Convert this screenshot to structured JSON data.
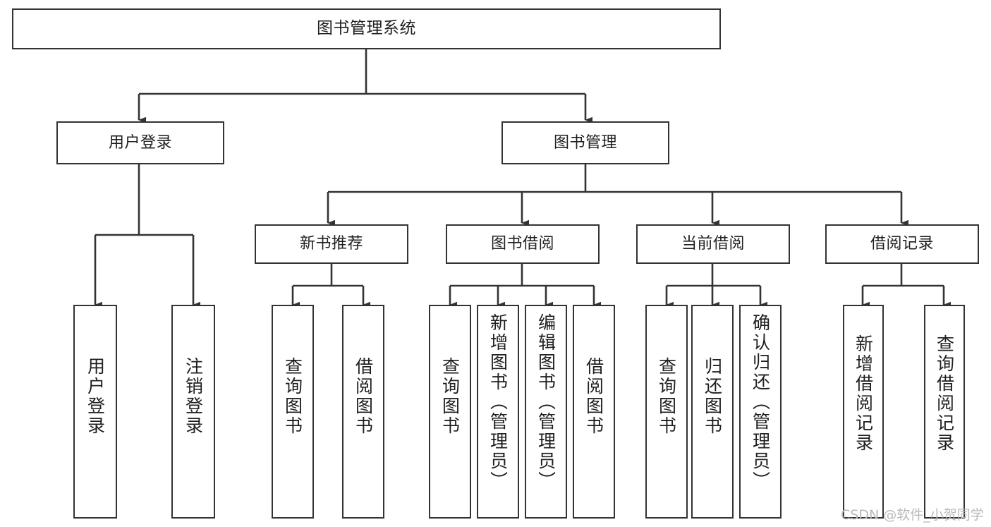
{
  "diagram": {
    "type": "hierarchy-tree",
    "title": "图书管理系统",
    "levels": 4,
    "root": {
      "label": "图书管理系统"
    },
    "level2": [
      {
        "label": "用户登录"
      },
      {
        "label": "图书管理"
      }
    ],
    "level3": [
      {
        "label": "新书推荐"
      },
      {
        "label": "图书借阅"
      },
      {
        "label": "当前借阅"
      },
      {
        "label": "借阅记录"
      }
    ],
    "leaves": {
      "user_login": [
        {
          "label": "用户登录"
        },
        {
          "label": "注销登录"
        }
      ],
      "new_book_recommend": [
        {
          "label": "查询图书"
        },
        {
          "label": "借阅图书"
        }
      ],
      "book_borrow": [
        {
          "label": "查询图书"
        },
        {
          "label": "新增图书（管理员）"
        },
        {
          "label": "编辑图书（管理员）"
        },
        {
          "label": "借阅图书"
        }
      ],
      "current_borrow": [
        {
          "label": "查询图书"
        },
        {
          "label": "归还图书"
        },
        {
          "label": "确认归还（管理员）"
        }
      ],
      "borrow_record": [
        {
          "label": "新增借阅记录"
        },
        {
          "label": "查询借阅记录"
        }
      ]
    }
  },
  "watermark": {
    "text": "CSDN @软件_小贺同学"
  },
  "colors": {
    "border": "#333333",
    "text": "#1f1f1f",
    "background": "#ffffff",
    "watermark": "#b9b9b9"
  }
}
